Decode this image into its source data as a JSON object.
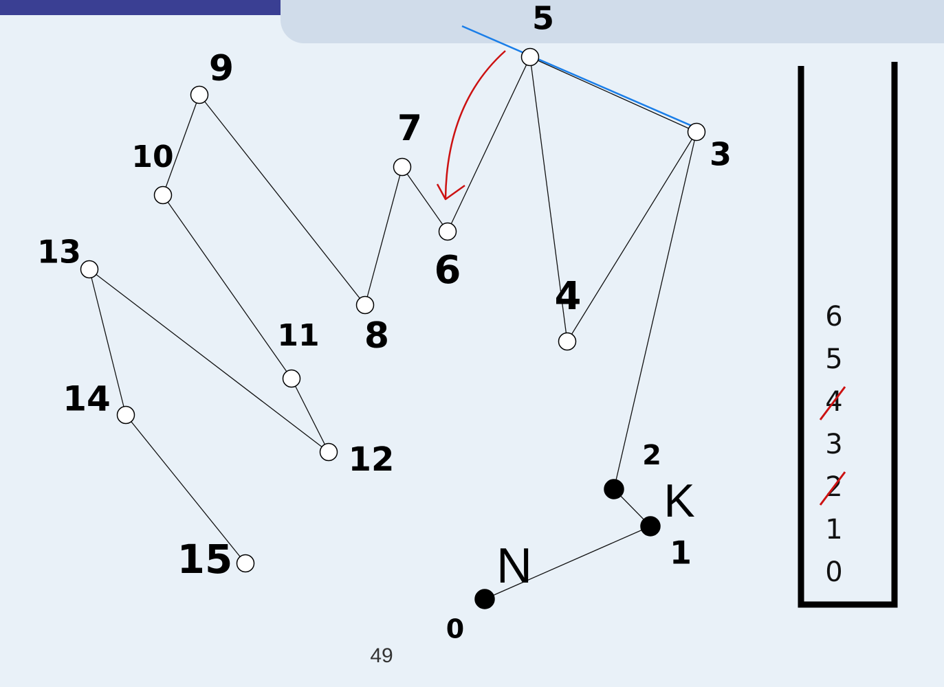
{
  "theme": {
    "strip": "#3a3f93",
    "banner": "#d0dcea",
    "blue_line": "#1a7ee8",
    "red": "#cc1111"
  },
  "nodes": [
    {
      "id": 0,
      "label": "0",
      "filled": true
    },
    {
      "id": 1,
      "label": "1",
      "filled": true
    },
    {
      "id": 2,
      "label": "2",
      "filled": true
    },
    {
      "id": 3,
      "label": "3",
      "filled": false
    },
    {
      "id": 4,
      "label": "4",
      "filled": false
    },
    {
      "id": 5,
      "label": "5",
      "filled": false
    },
    {
      "id": 6,
      "label": "6",
      "filled": false
    },
    {
      "id": 7,
      "label": "7",
      "filled": false
    },
    {
      "id": 8,
      "label": "8",
      "filled": false
    },
    {
      "id": 9,
      "label": "9",
      "filled": false
    },
    {
      "id": 10,
      "label": "10",
      "filled": false
    },
    {
      "id": 11,
      "label": "11",
      "filled": false
    },
    {
      "id": 12,
      "label": "12",
      "filled": false
    },
    {
      "id": 13,
      "label": "13",
      "filled": false
    },
    {
      "id": 14,
      "label": "14",
      "filled": false
    },
    {
      "id": 15,
      "label": "15",
      "filled": false
    }
  ],
  "edges": [
    [
      0,
      1
    ],
    [
      1,
      2
    ],
    [
      2,
      3
    ],
    [
      3,
      4
    ],
    [
      4,
      5
    ],
    [
      5,
      6
    ],
    [
      6,
      7
    ],
    [
      7,
      8
    ],
    [
      8,
      9
    ],
    [
      9,
      10
    ],
    [
      10,
      11
    ],
    [
      11,
      12
    ],
    [
      12,
      13
    ],
    [
      13,
      14
    ],
    [
      14,
      15
    ],
    [
      3,
      5
    ]
  ],
  "markers": {
    "n": "N",
    "k": "K"
  },
  "stack": [
    {
      "value": "6",
      "crossed": false
    },
    {
      "value": "5",
      "crossed": false
    },
    {
      "value": "4",
      "crossed": true
    },
    {
      "value": "3",
      "crossed": false
    },
    {
      "value": "2",
      "crossed": true
    },
    {
      "value": "1",
      "crossed": false
    },
    {
      "value": "0",
      "crossed": false
    }
  ],
  "page_number": "49"
}
